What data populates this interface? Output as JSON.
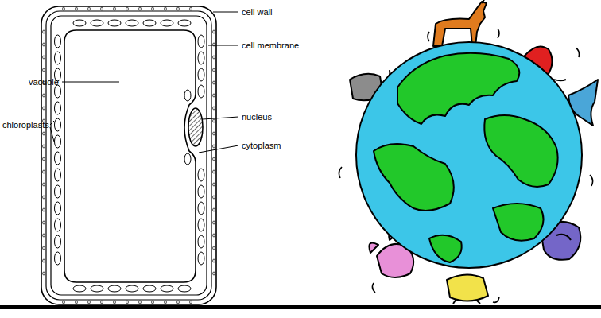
{
  "diagram": {
    "labels": [
      "vacuole",
      "chloroplasts",
      "cell wall",
      "cell membrane",
      "nucleus",
      "cytoplasm"
    ]
  }
}
